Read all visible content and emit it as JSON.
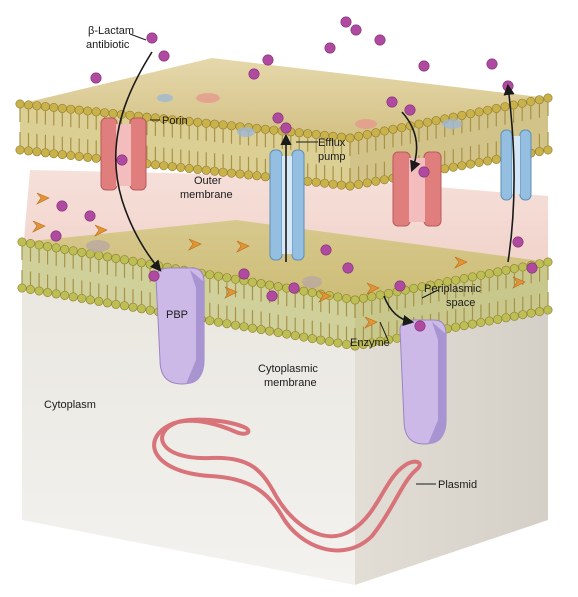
{
  "labels": {
    "beta_lactam_line1": "β-Lactam",
    "beta_lactam_line2": "antibiotic",
    "porin": "Porin",
    "efflux_line1": "Efflux",
    "efflux_line2": "pump",
    "outer_membrane_line1": "Outer",
    "outer_membrane_line2": "membrane",
    "pbp": "PBP",
    "periplasmic_line1": "Periplasmic",
    "periplasmic_line2": "space",
    "enzyme": "Enzyme",
    "cytoplasmic_line1": "Cytoplasmic",
    "cytoplasmic_line2": "membrane",
    "cytoplasm": "Cytoplasm",
    "plasmid": "Plasmid"
  },
  "colors": {
    "lipid_head": "#c9b24a",
    "lipid_head_cyto": "#bcc054",
    "membrane_top": "#d8c79a",
    "periplasm": "#f3d6cf",
    "cytoplasm_front": "#ecebe7",
    "cytoplasm_side": "#dedcd6",
    "porin": "#e88a8a",
    "efflux_pump": "#9cc3e2",
    "pbp": "#cbb6e6",
    "antibiotic": "#b04aa0",
    "enzyme": "#e39434",
    "plasmid": "#d9737a"
  }
}
